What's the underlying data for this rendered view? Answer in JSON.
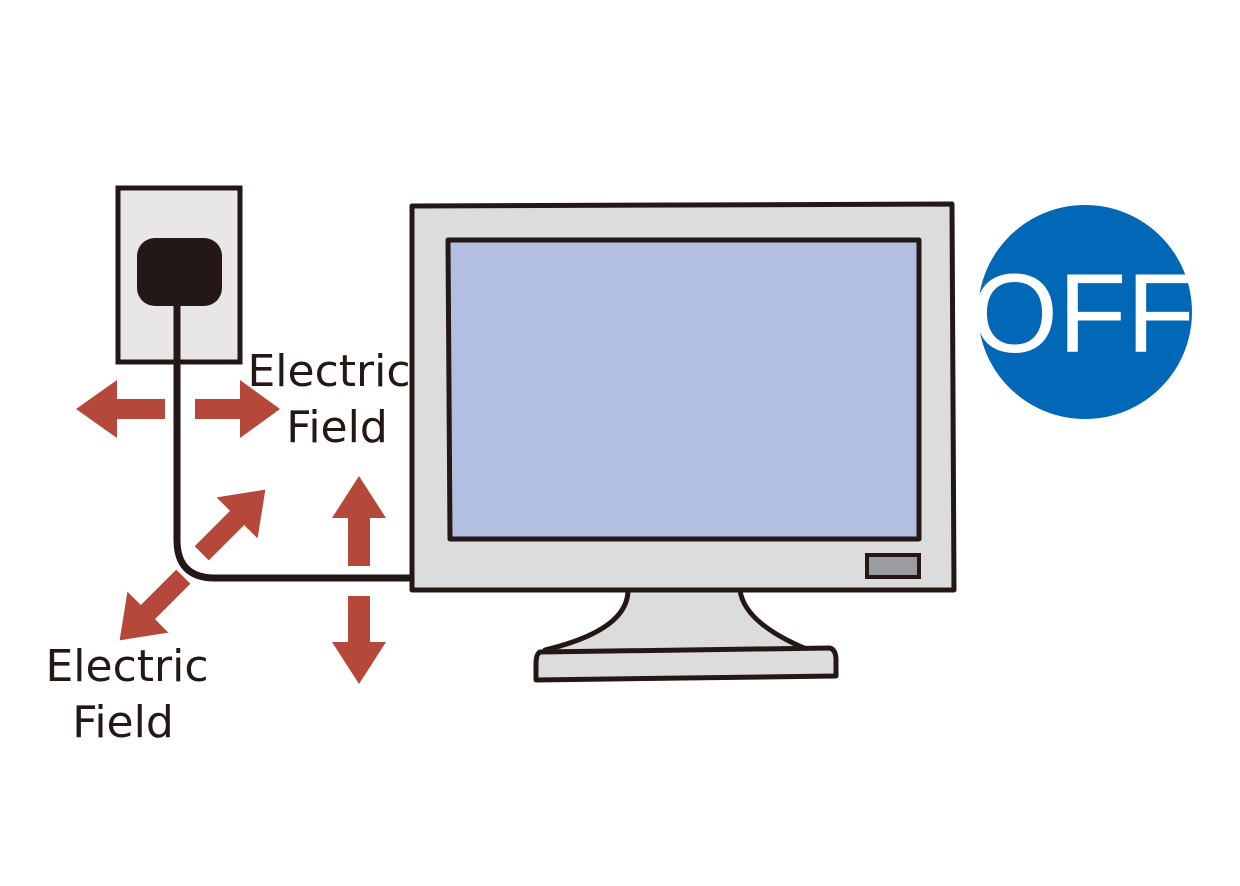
{
  "labels": {
    "upper": {
      "line1": "Electric",
      "line2": "Field"
    },
    "lower": {
      "line1": "Electric",
      "line2": "Field"
    }
  },
  "status_badge": {
    "text": "OFF"
  },
  "colors": {
    "arrow": "#b5483b",
    "badge": "#0068b7",
    "screen": "#b3bfe1",
    "monitor_body": "#dcdcdc",
    "outline": "#231815",
    "outlet": "#e8e6e6"
  },
  "icons": [
    "wall-outlet-icon",
    "power-plug-icon",
    "monitor-icon",
    "arrow-icon"
  ]
}
